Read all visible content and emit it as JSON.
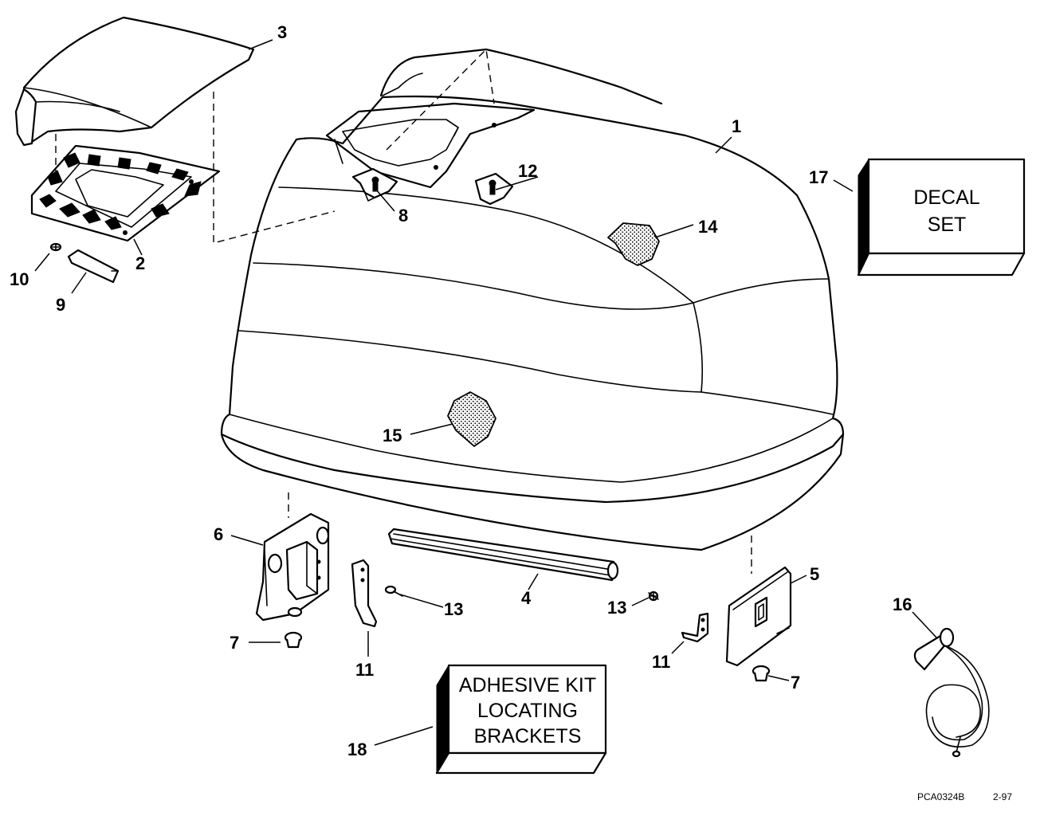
{
  "callouts": {
    "c1": "1",
    "c2": "2",
    "c3": "3",
    "c4": "4",
    "c5": "5",
    "c6": "6",
    "c7a": "7",
    "c7b": "7",
    "c8": "8",
    "c9": "9",
    "c10": "10",
    "c11a": "11",
    "c11b": "11",
    "c12": "12",
    "c13a": "13",
    "c13b": "13",
    "c14": "14",
    "c15": "15",
    "c16": "16",
    "c17": "17",
    "c18": "18"
  },
  "boxes": {
    "decal_line1": "DECAL",
    "decal_line2": "SET",
    "adhesive_line1": "ADHESIVE KIT",
    "adhesive_line2": "LOCATING",
    "adhesive_line3": "BRACKETS"
  },
  "reference": {
    "drawing_code": "PCA0324B",
    "date_code": "2-97"
  }
}
